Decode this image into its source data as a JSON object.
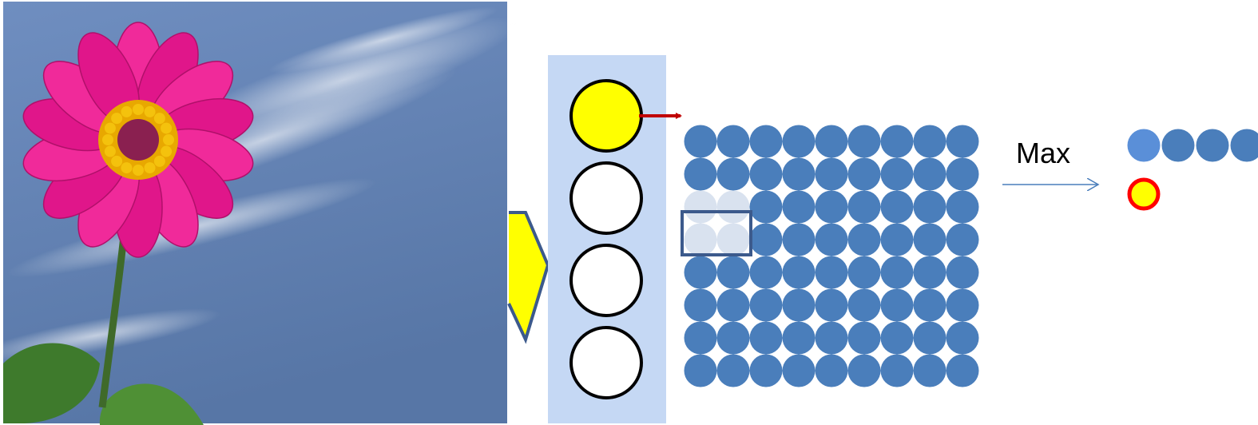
{
  "photo": {
    "subject": "pink-zinnia-flower",
    "sky_color": "#5f7fad"
  },
  "colors": {
    "input_arrow": "#ffff00",
    "arrow_outline": "#3c5a8c",
    "filter_panel": "#c5d8f4",
    "neuron_active": "#ffff00",
    "neuron_inactive": "#ffffff",
    "feature_map": "#4a7ebb",
    "highlight": "#d9e2ef",
    "link_arrow": "#c00000",
    "pool_arrow": "#4a7ebb",
    "pooled_first": "#5a8fd8",
    "pooled_ring": "#ff0000"
  },
  "filters": {
    "count": 4,
    "active_index": 0
  },
  "feature_map": {
    "rows": 8,
    "cols": 9,
    "highlight_rows": [
      2,
      3
    ],
    "highlight_cols": [
      0,
      1
    ]
  },
  "pooling": {
    "label": "Max",
    "output_count": 4
  }
}
